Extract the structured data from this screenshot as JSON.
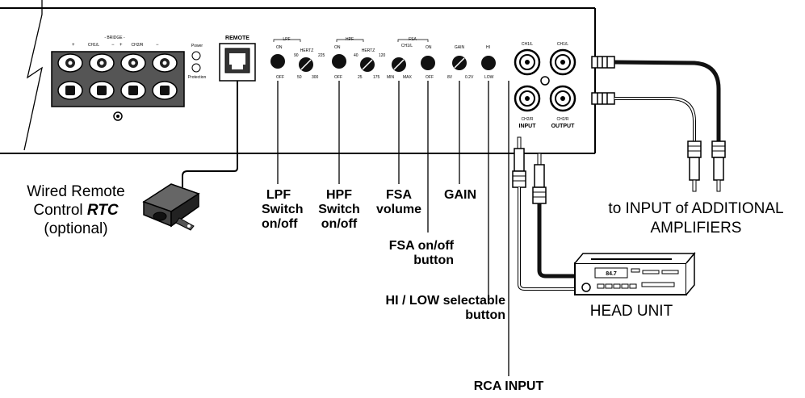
{
  "panel": {
    "bridge_label": "- BRIDGE -",
    "ch1l_small": "CH1/L",
    "ch2r_small": "CH2/R",
    "plus": "+",
    "minus": "−",
    "power_label": "Power",
    "protection_label": "Protection",
    "remote_label": "REMOTE",
    "lpf": {
      "title": "LPF",
      "on": "ON",
      "off": "OFF",
      "hertz": "HERTZ",
      "v_min": "50",
      "v_max": "300",
      "v_mid": "90",
      "v_top": "225"
    },
    "hpf": {
      "title": "HPF",
      "on": "ON",
      "off": "OFF",
      "hertz": "HERTZ",
      "v_min": "25",
      "v_max": "175",
      "v_mid": "40",
      "v_top": "120"
    },
    "fsa": {
      "title": "FSA",
      "sub": "CH1/L",
      "min": "MIN",
      "max": "MAX",
      "on": "ON",
      "off": "OFF"
    },
    "gain": {
      "title": "GAIN",
      "min": "8V",
      "max": "0.2V"
    },
    "hilo": {
      "hi": "HI",
      "low": "LOW"
    },
    "rca": {
      "ch1l_a": "CH1/L",
      "ch1l_b": "CH1/L",
      "ch2r_a": "CH2/R",
      "ch2r_b": "CH2/R",
      "input": "INPUT",
      "output": "OUTPUT"
    }
  },
  "head_unit_display": "84.7",
  "labels": {
    "remote_line1": "Wired Remote",
    "remote_line2_a": "Control ",
    "remote_line2_b": "RTC",
    "remote_line3": "(optional)",
    "lpf_switch": "LPF Switch on/off",
    "hpf_switch": "HPF Switch on/off",
    "fsa_volume": "FSA volume",
    "gain": "GAIN",
    "fsa_button": "FSA on/off button",
    "hilow_button": "HI / LOW selectable button",
    "rca_input": "RCA INPUT",
    "additional_line1": "to INPUT of ADDITIONAL",
    "additional_line2": "AMPLIFIERS",
    "head_unit": "HEAD UNIT"
  }
}
